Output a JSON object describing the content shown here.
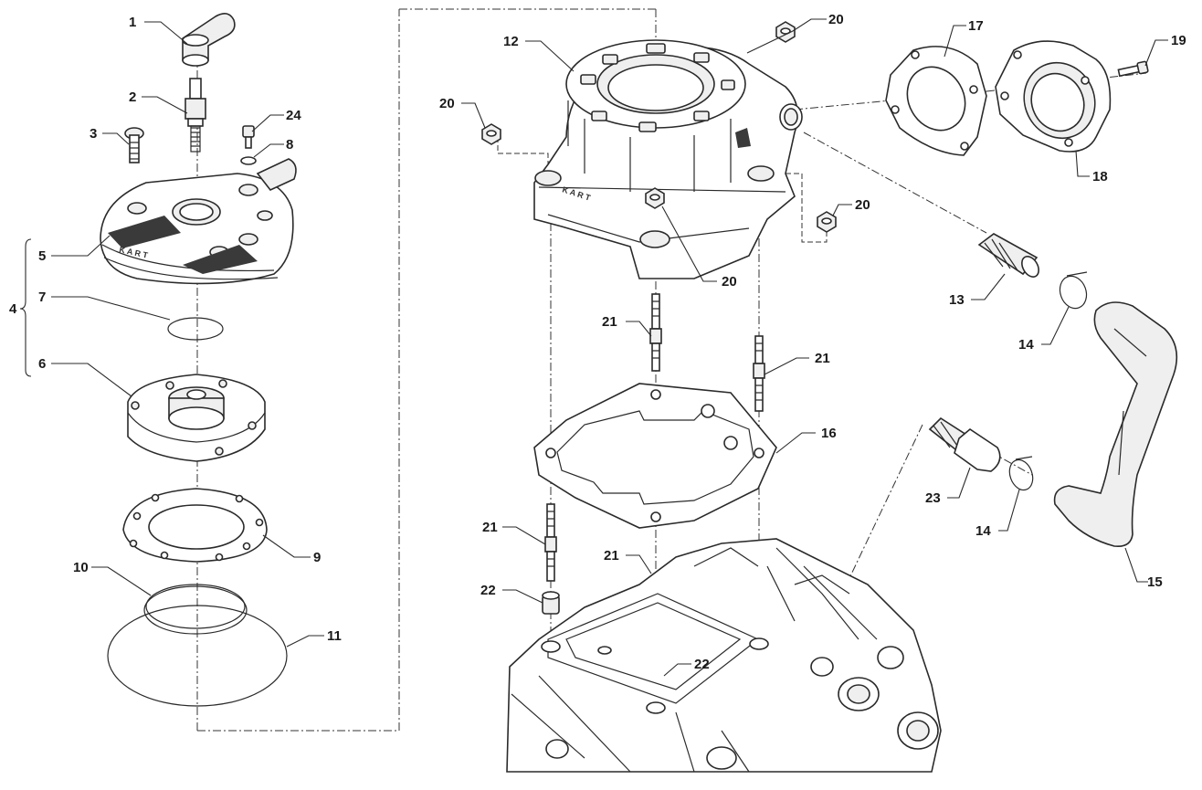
{
  "diagram": {
    "labels": [
      "1",
      "2",
      "3",
      "24",
      "8",
      "5",
      "4",
      "7",
      "6",
      "9",
      "10",
      "11",
      "12",
      "20",
      "20",
      "20",
      "20",
      "17",
      "19",
      "18",
      "13",
      "14",
      "14",
      "15",
      "23",
      "21",
      "21",
      "21",
      "21",
      "16",
      "22",
      "22"
    ]
  }
}
